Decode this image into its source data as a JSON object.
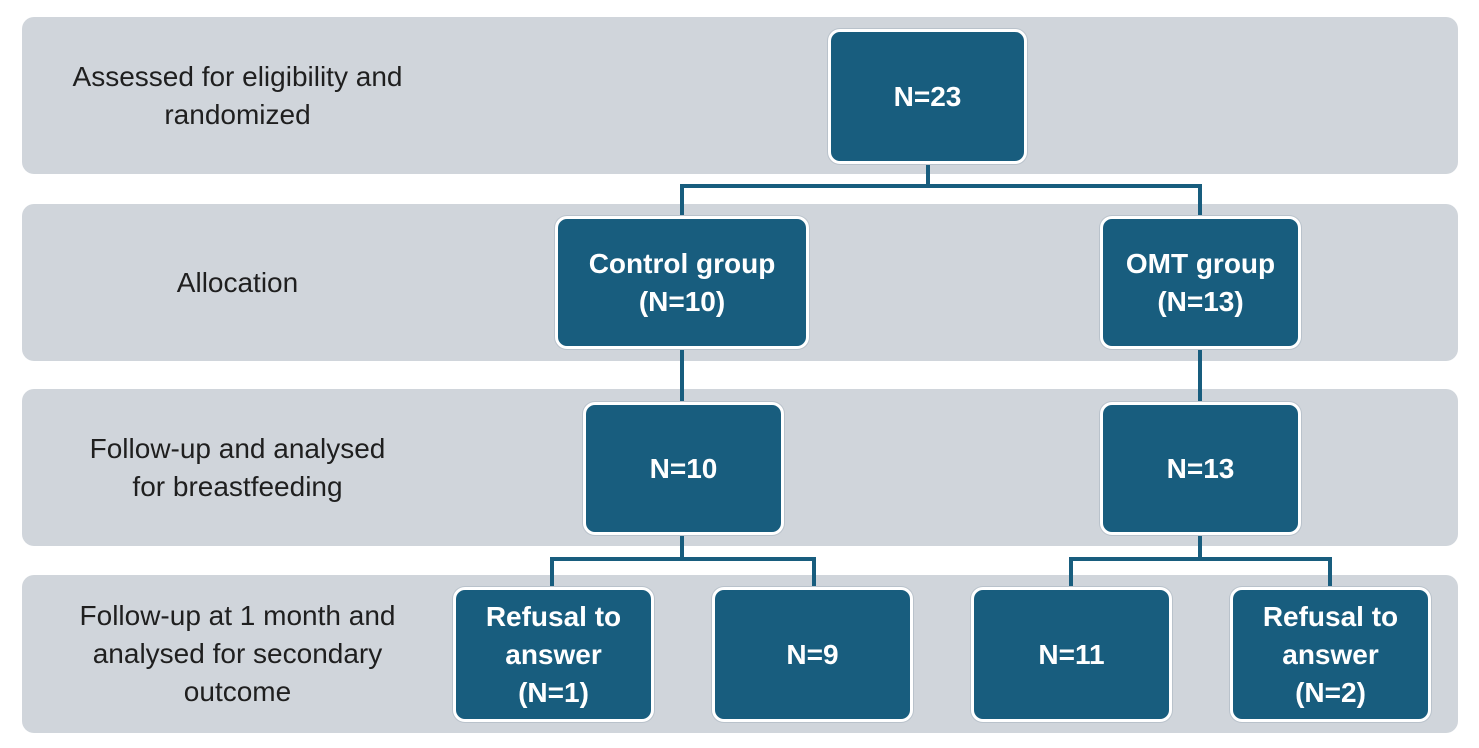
{
  "colors": {
    "band_background": "#d0d5db",
    "node_fill": "#185d7e",
    "node_border": "#ffffff",
    "connector": "#185d7e"
  },
  "stages": [
    {
      "id": "stage-eligibility",
      "lines": [
        "Assessed for eligibility and",
        "randomized"
      ]
    },
    {
      "id": "stage-allocation",
      "lines": [
        "Allocation"
      ]
    },
    {
      "id": "stage-followup-breastfeeding",
      "lines": [
        "Follow-up and analysed",
        "for breastfeeding"
      ]
    },
    {
      "id": "stage-followup-1-month",
      "lines": [
        "Follow-up at 1 month and",
        "analysed for secondary",
        "outcome"
      ]
    }
  ],
  "nodes": {
    "randomized": {
      "lines": [
        "N=23"
      ]
    },
    "control_group": {
      "lines": [
        "Control group",
        "(N=10)"
      ]
    },
    "omt_group": {
      "lines": [
        "OMT group",
        "(N=13)"
      ]
    },
    "control_followup": {
      "lines": [
        "N=10"
      ]
    },
    "omt_followup": {
      "lines": [
        "N=13"
      ]
    },
    "control_refusal": {
      "lines": [
        "Refusal to",
        "answer",
        "(N=1)"
      ]
    },
    "control_analysed": {
      "lines": [
        "N=9"
      ]
    },
    "omt_analysed": {
      "lines": [
        "N=11"
      ]
    },
    "omt_refusal": {
      "lines": [
        "Refusal to",
        "answer",
        "(N=2)"
      ]
    }
  }
}
